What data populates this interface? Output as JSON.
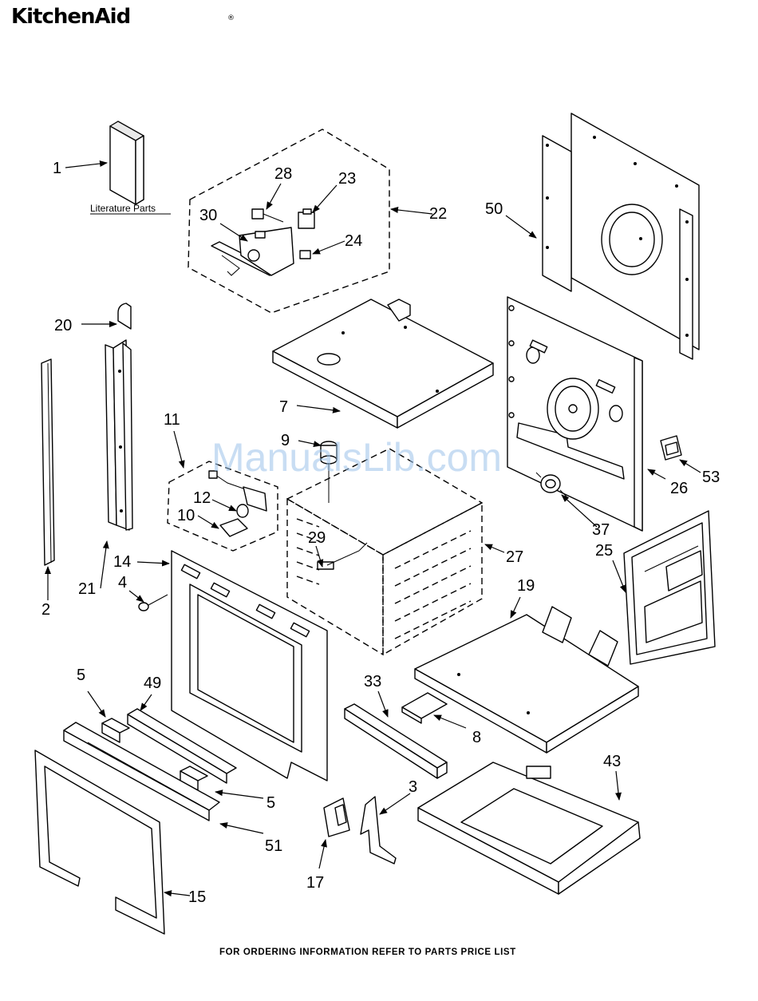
{
  "brand": "KitchenAid",
  "brand_mark": "®",
  "watermark": "ManualsLib.com",
  "literature_label": "Literature Parts",
  "footer": "FOR ORDERING INFORMATION REFER TO PARTS PRICE LIST",
  "callouts": {
    "c1": "1",
    "c2": "2",
    "c3": "3",
    "c4": "4",
    "c5a": "5",
    "c5b": "5",
    "c7": "7",
    "c8": "8",
    "c9": "9",
    "c10": "10",
    "c11": "11",
    "c12": "12",
    "c14": "14",
    "c15": "15",
    "c17": "17",
    "c19": "19",
    "c20": "20",
    "c21": "21",
    "c22": "22",
    "c23": "23",
    "c24": "24",
    "c25": "25",
    "c26": "26",
    "c27": "27",
    "c28": "28",
    "c29": "29",
    "c30": "30",
    "c33": "33",
    "c37": "37",
    "c43": "43",
    "c49": "49",
    "c50": "50",
    "c51": "51",
    "c53": "53"
  }
}
